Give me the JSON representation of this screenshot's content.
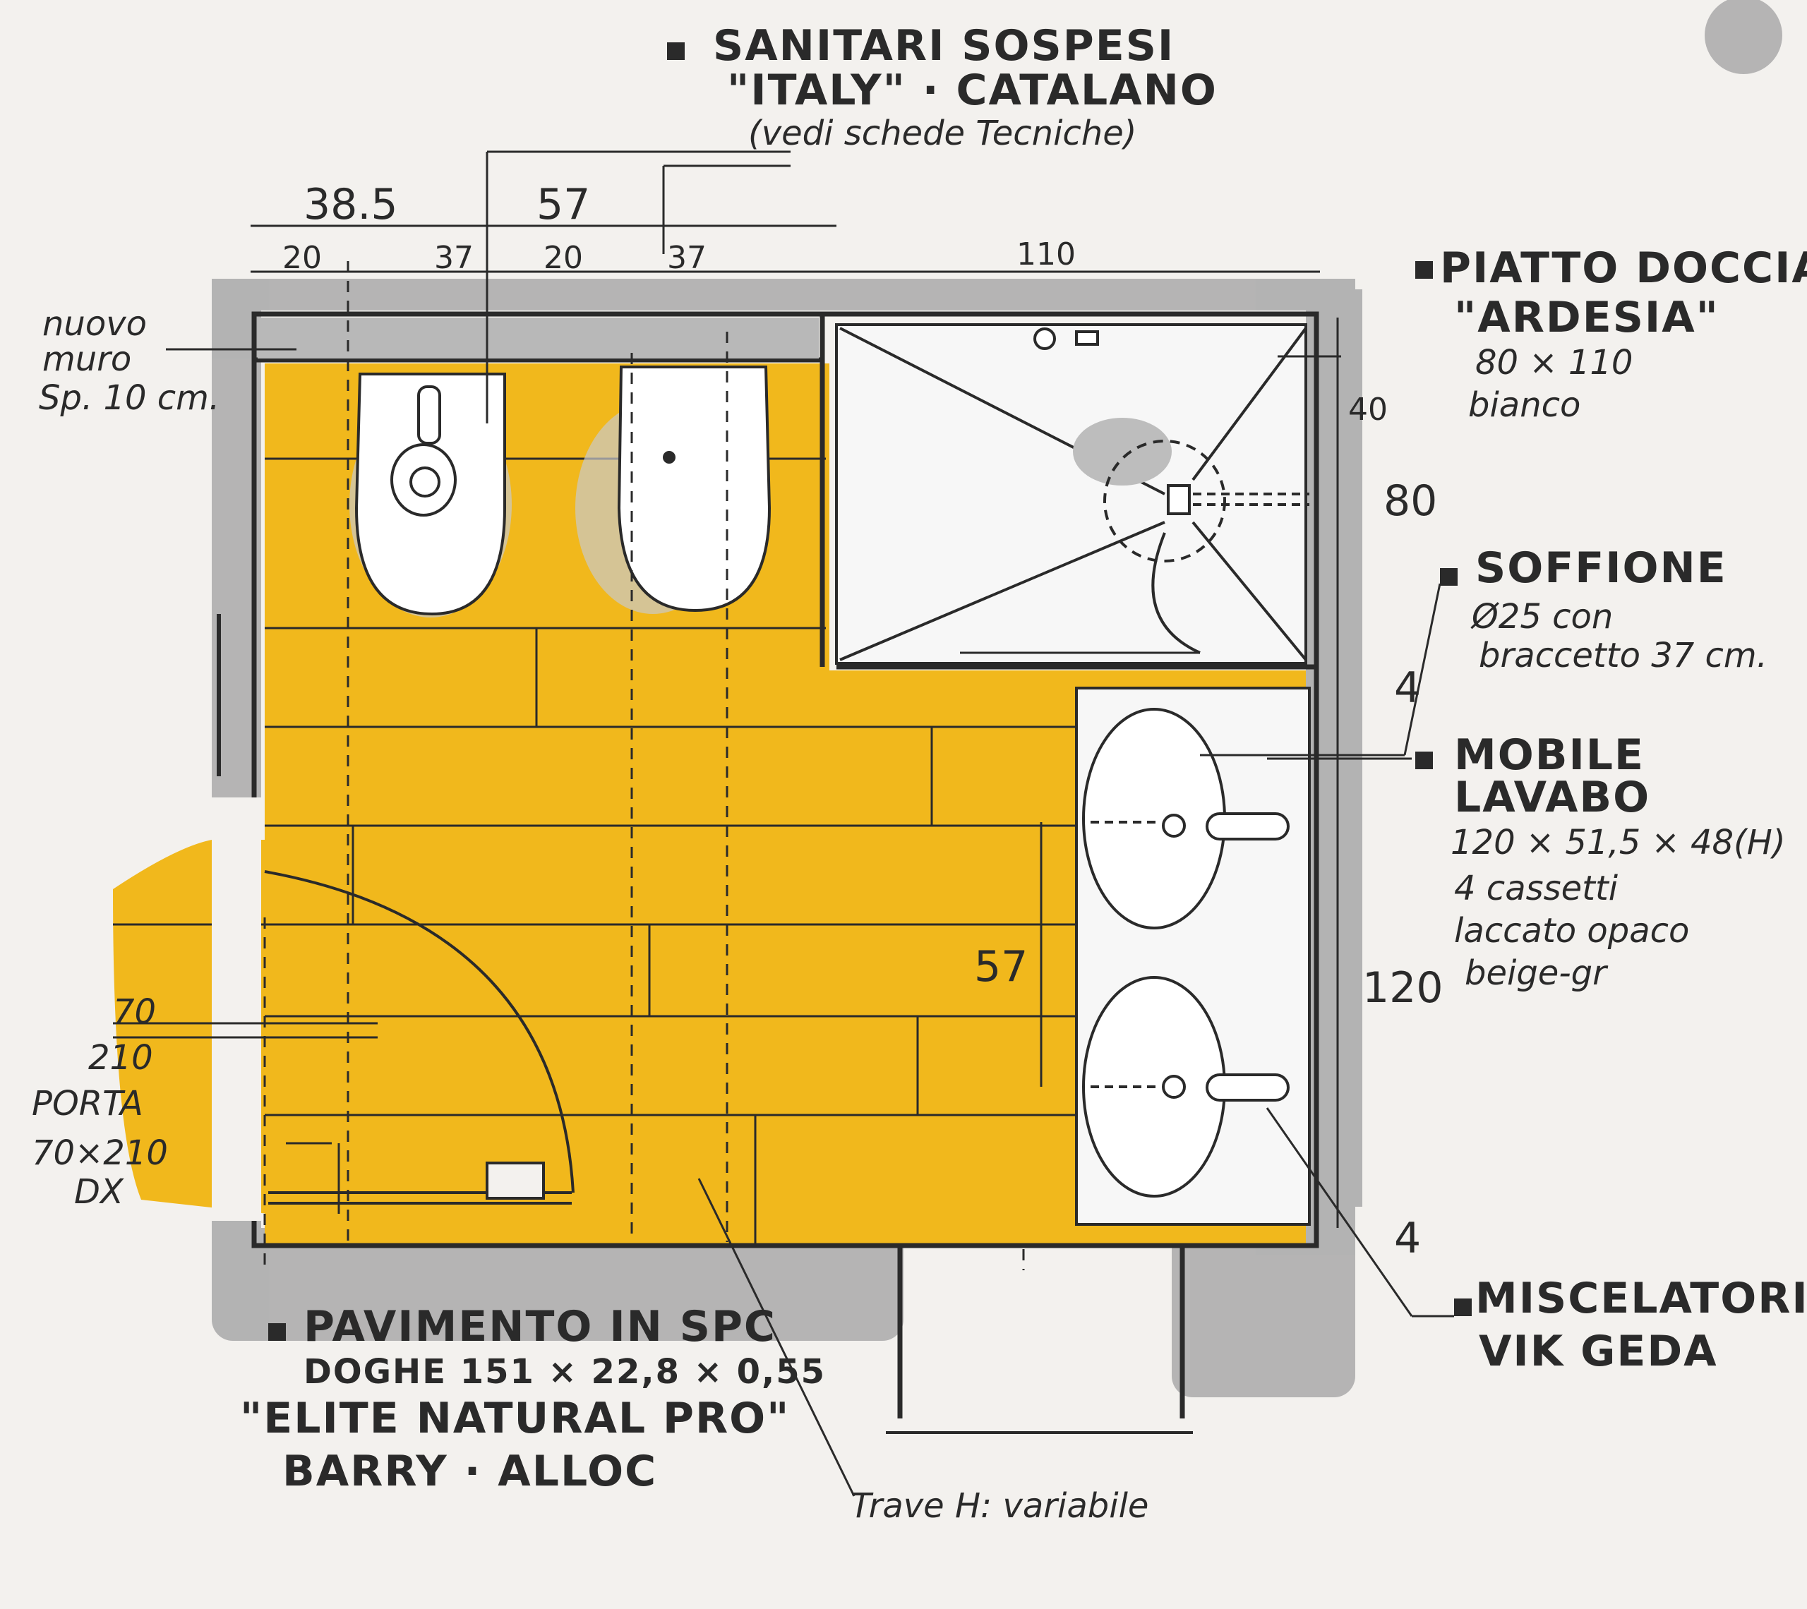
{
  "notes": {
    "sanitari": {
      "line1": "SANITARI SOSPESI",
      "line2": "\"ITALY\" · CATALANO",
      "line3": "(vedi schede Tecniche)"
    },
    "nuovo_muro": {
      "line1": "nuovo",
      "line2": "muro",
      "line3": "Sp. 10 cm."
    },
    "piatto_doccia": {
      "line1": "PIATTO DOCCIA",
      "line2": "\"ARDESIA\"",
      "line3": "80 × 110",
      "line4": "bianco"
    },
    "soffione": {
      "line1": "SOFFIONE",
      "line2": "Ø25 con",
      "line3": "braccetto 37 cm."
    },
    "mobile_lavabo": {
      "line1": "MOBILE",
      "line2": "LAVABO",
      "line3": "120 × 51,5 × 48(H)",
      "line4": "4 cassetti",
      "line5": "laccato opaco",
      "line6": "beige-gr"
    },
    "porta": {
      "w": "70",
      "h": "210",
      "line1": "PORTA",
      "line2": "70×210",
      "line3": "DX"
    },
    "pavimento": {
      "line1": "PAVIMENTO IN SPC",
      "line2": "DOGHE 151 × 22,8 × 0,55",
      "line3": "\"ELITE NATURAL PRO\"",
      "line4": "BARRY · ALLOC"
    },
    "miscelatori": {
      "line1": "MISCELATORI",
      "line2": "VIK GEDA"
    },
    "trave": "Trave H: variabile"
  },
  "dimensions": {
    "d38_5": "38.5",
    "d57_top": "57",
    "d20_a": "20",
    "d37_a": "37",
    "d20_b": "20",
    "d37_b": "37",
    "d110": "110",
    "d40": "40",
    "d80": "80",
    "d4_top": "4",
    "d120": "120",
    "d4_bottom": "4",
    "d57_mid": "57"
  },
  "colors": {
    "floor": "#f1b81c",
    "wall_shadow": "#a9a9a9",
    "ink": "#2a2a2a",
    "paper": "#f3f1ee"
  }
}
